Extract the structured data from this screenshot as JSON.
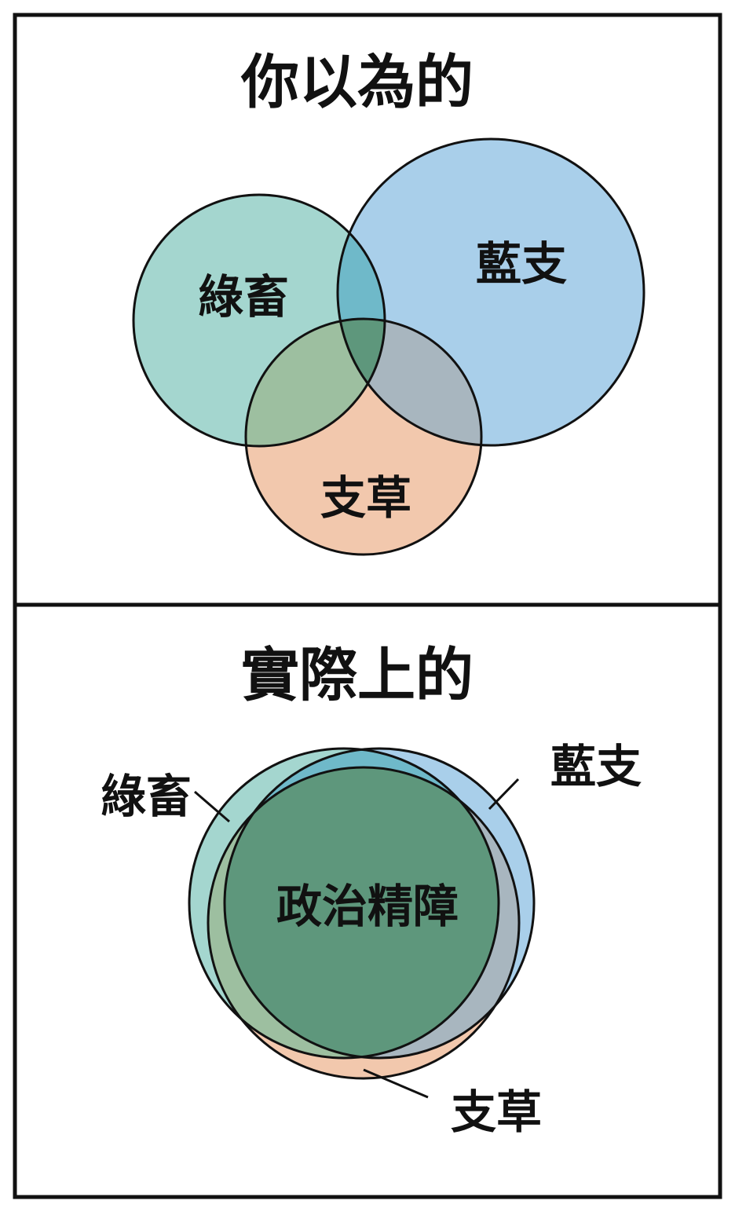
{
  "panels": [
    {
      "title": "你以為的",
      "sets": {
        "green": {
          "label": "綠畜",
          "color": "#a4d6cf"
        },
        "blue": {
          "label": "藍支",
          "color": "#a9cfea"
        },
        "orange": {
          "label": "支草",
          "color": "#f2c8ad"
        }
      }
    },
    {
      "title": "實際上的",
      "sets": {
        "green": {
          "label": "綠畜",
          "color": "#a4d6cf"
        },
        "blue": {
          "label": "藍支",
          "color": "#a9cfea"
        },
        "orange": {
          "label": "支草",
          "color": "#f2c8ad"
        }
      },
      "center_label": "政治精障"
    }
  ],
  "colors": {
    "green_blue": "#6fb9c9",
    "green_orange": "#9dbfa0",
    "blue_orange": "#a8b6bf",
    "all_three": "#5e977c",
    "outline": "#111111",
    "frame": "#111111"
  }
}
